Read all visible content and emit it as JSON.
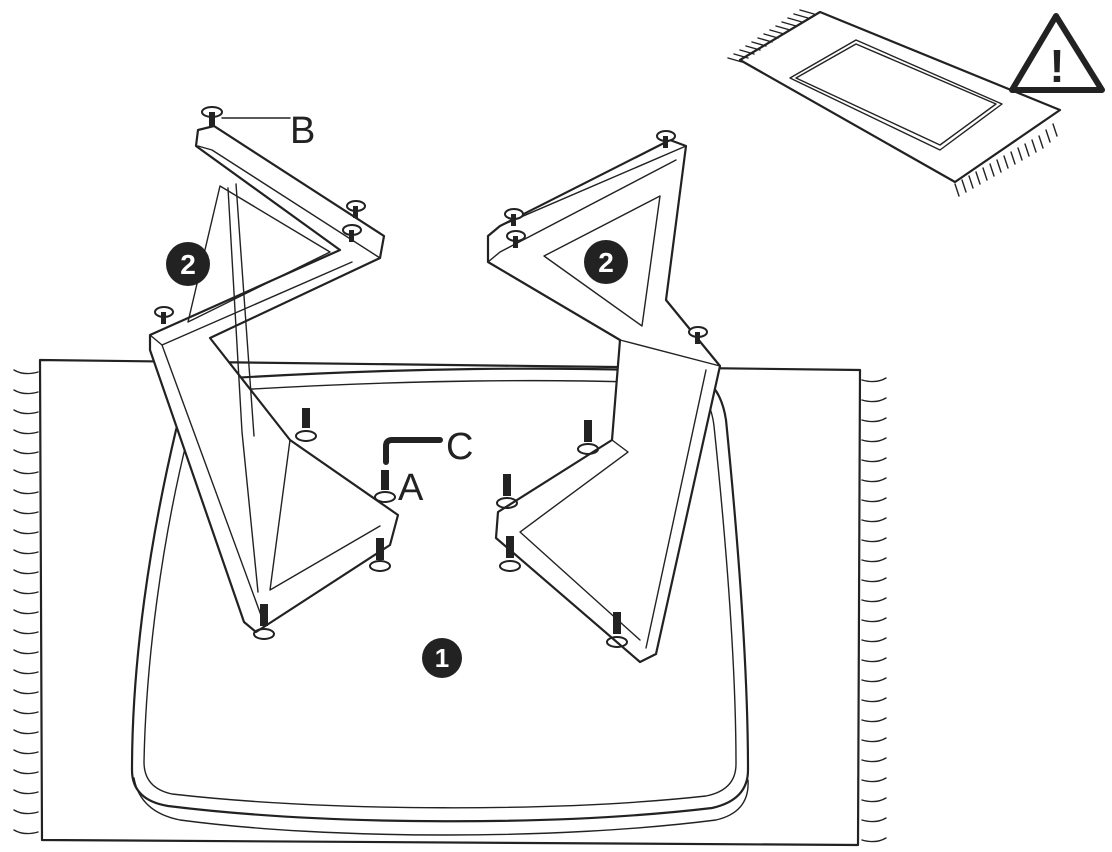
{
  "diagram": {
    "part_labels": {
      "screw_a": "A",
      "screw_b": "B",
      "allen_key_c": "C"
    },
    "callouts": {
      "table_top": "1",
      "leg_left": "2",
      "leg_right": "2"
    },
    "warning": {
      "icon": "warning-triangle-icon",
      "symbol": "!"
    }
  }
}
